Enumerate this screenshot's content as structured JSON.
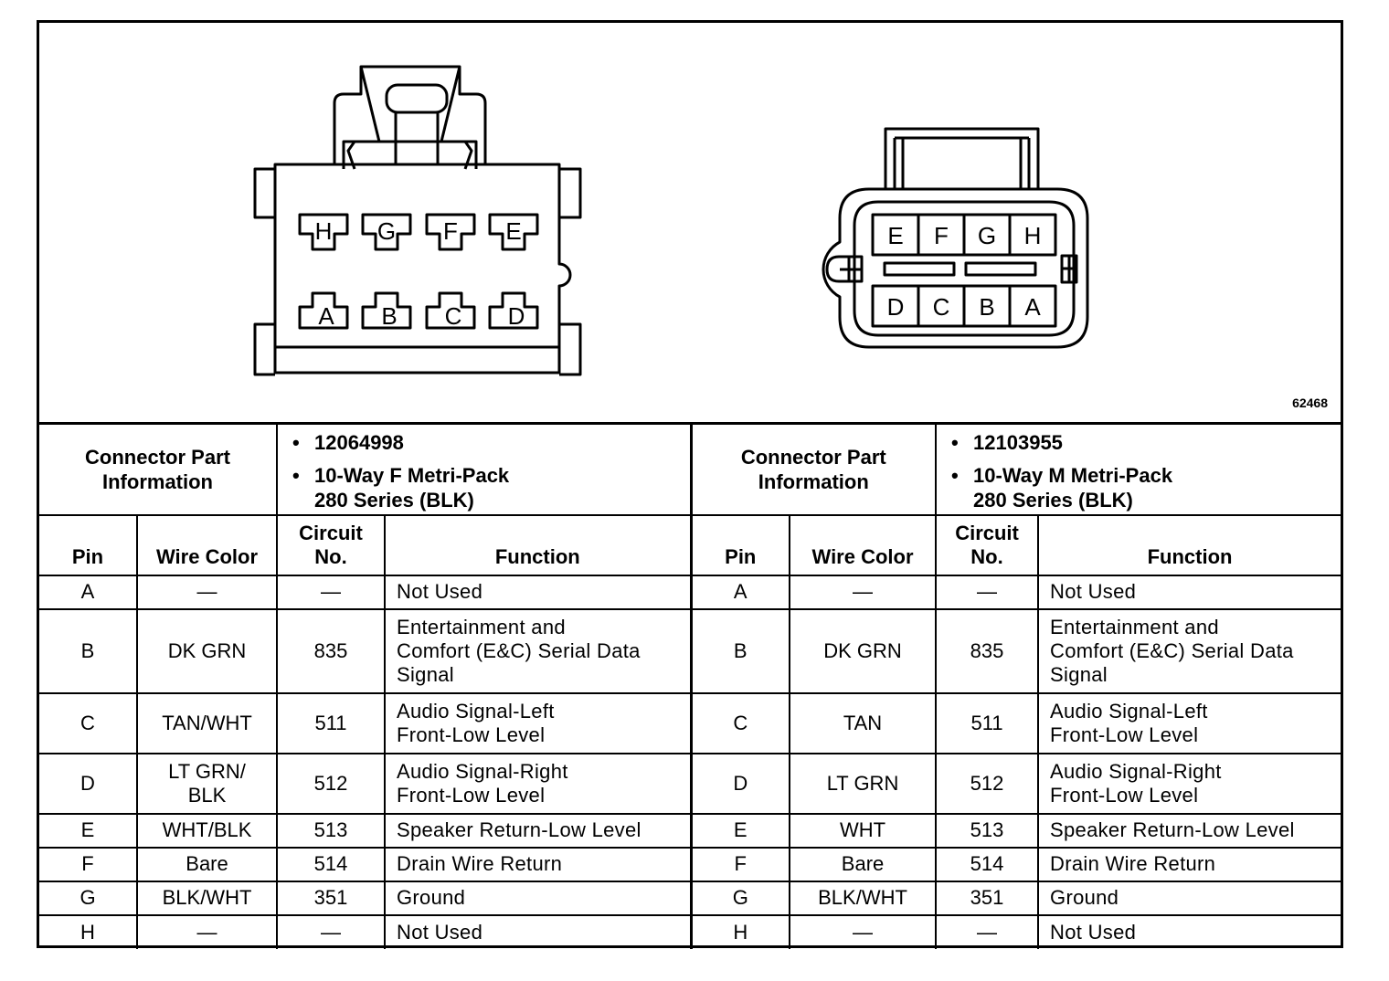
{
  "figure_number": "62468",
  "left_connector": {
    "pin_labels_top": [
      "H",
      "G",
      "F",
      "E"
    ],
    "pin_labels_bottom": [
      "A",
      "B",
      "C",
      "D"
    ],
    "part_info_label": [
      "Connector Part",
      "Information"
    ],
    "part_number": "12064998",
    "description": [
      "10-Way F Metri-Pack",
      "280 Series (BLK)"
    ],
    "rows": [
      {
        "pin": "A",
        "wire": [
          "—"
        ],
        "circuit": "—",
        "function": [
          "Not Used"
        ]
      },
      {
        "pin": "B",
        "wire": [
          "DK GRN"
        ],
        "circuit": "835",
        "function": [
          "Entertainment and",
          "Comfort (E&C) Serial Data",
          "Signal"
        ]
      },
      {
        "pin": "C",
        "wire": [
          "TAN/WHT"
        ],
        "circuit": "511",
        "function": [
          "Audio Signal-Left",
          "Front-Low Level"
        ]
      },
      {
        "pin": "D",
        "wire": [
          "LT GRN/",
          "BLK"
        ],
        "circuit": "512",
        "function": [
          "Audio Signal-Right",
          "Front-Low Level"
        ]
      },
      {
        "pin": "E",
        "wire": [
          "WHT/BLK"
        ],
        "circuit": "513",
        "function": [
          "Speaker Return-Low Level"
        ]
      },
      {
        "pin": "F",
        "wire": [
          "Bare"
        ],
        "circuit": "514",
        "function": [
          "Drain Wire Return"
        ]
      },
      {
        "pin": "G",
        "wire": [
          "BLK/WHT"
        ],
        "circuit": "351",
        "function": [
          "Ground"
        ]
      },
      {
        "pin": "H",
        "wire": [
          "—"
        ],
        "circuit": "—",
        "function": [
          "Not Used"
        ]
      }
    ]
  },
  "right_connector": {
    "pin_labels_top": [
      "E",
      "F",
      "G",
      "H"
    ],
    "pin_labels_bottom": [
      "D",
      "C",
      "B",
      "A"
    ],
    "part_info_label": [
      "Connector Part",
      "Information"
    ],
    "part_number": "12103955",
    "description": [
      "10-Way M Metri-Pack",
      "280 Series (BLK)"
    ],
    "rows": [
      {
        "pin": "A",
        "wire": [
          "—"
        ],
        "circuit": "—",
        "function": [
          "Not Used"
        ]
      },
      {
        "pin": "B",
        "wire": [
          "DK GRN"
        ],
        "circuit": "835",
        "function": [
          "Entertainment and",
          "Comfort (E&C) Serial Data",
          "Signal"
        ]
      },
      {
        "pin": "C",
        "wire": [
          "TAN"
        ],
        "circuit": "511",
        "function": [
          "Audio Signal-Left",
          "Front-Low Level"
        ]
      },
      {
        "pin": "D",
        "wire": [
          "LT GRN"
        ],
        "circuit": "512",
        "function": [
          "Audio Signal-Right",
          "Front-Low Level"
        ]
      },
      {
        "pin": "E",
        "wire": [
          "WHT"
        ],
        "circuit": "513",
        "function": [
          "Speaker Return-Low Level"
        ]
      },
      {
        "pin": "F",
        "wire": [
          "Bare"
        ],
        "circuit": "514",
        "function": [
          "Drain Wire Return"
        ]
      },
      {
        "pin": "G",
        "wire": [
          "BLK/WHT"
        ],
        "circuit": "351",
        "function": [
          "Ground"
        ]
      },
      {
        "pin": "H",
        "wire": [
          "—"
        ],
        "circuit": "—",
        "function": [
          "Not Used"
        ]
      }
    ]
  },
  "headers": {
    "pin": "Pin",
    "wire_color": "Wire Color",
    "circuit": [
      "Circuit",
      "No."
    ],
    "function": "Function"
  }
}
